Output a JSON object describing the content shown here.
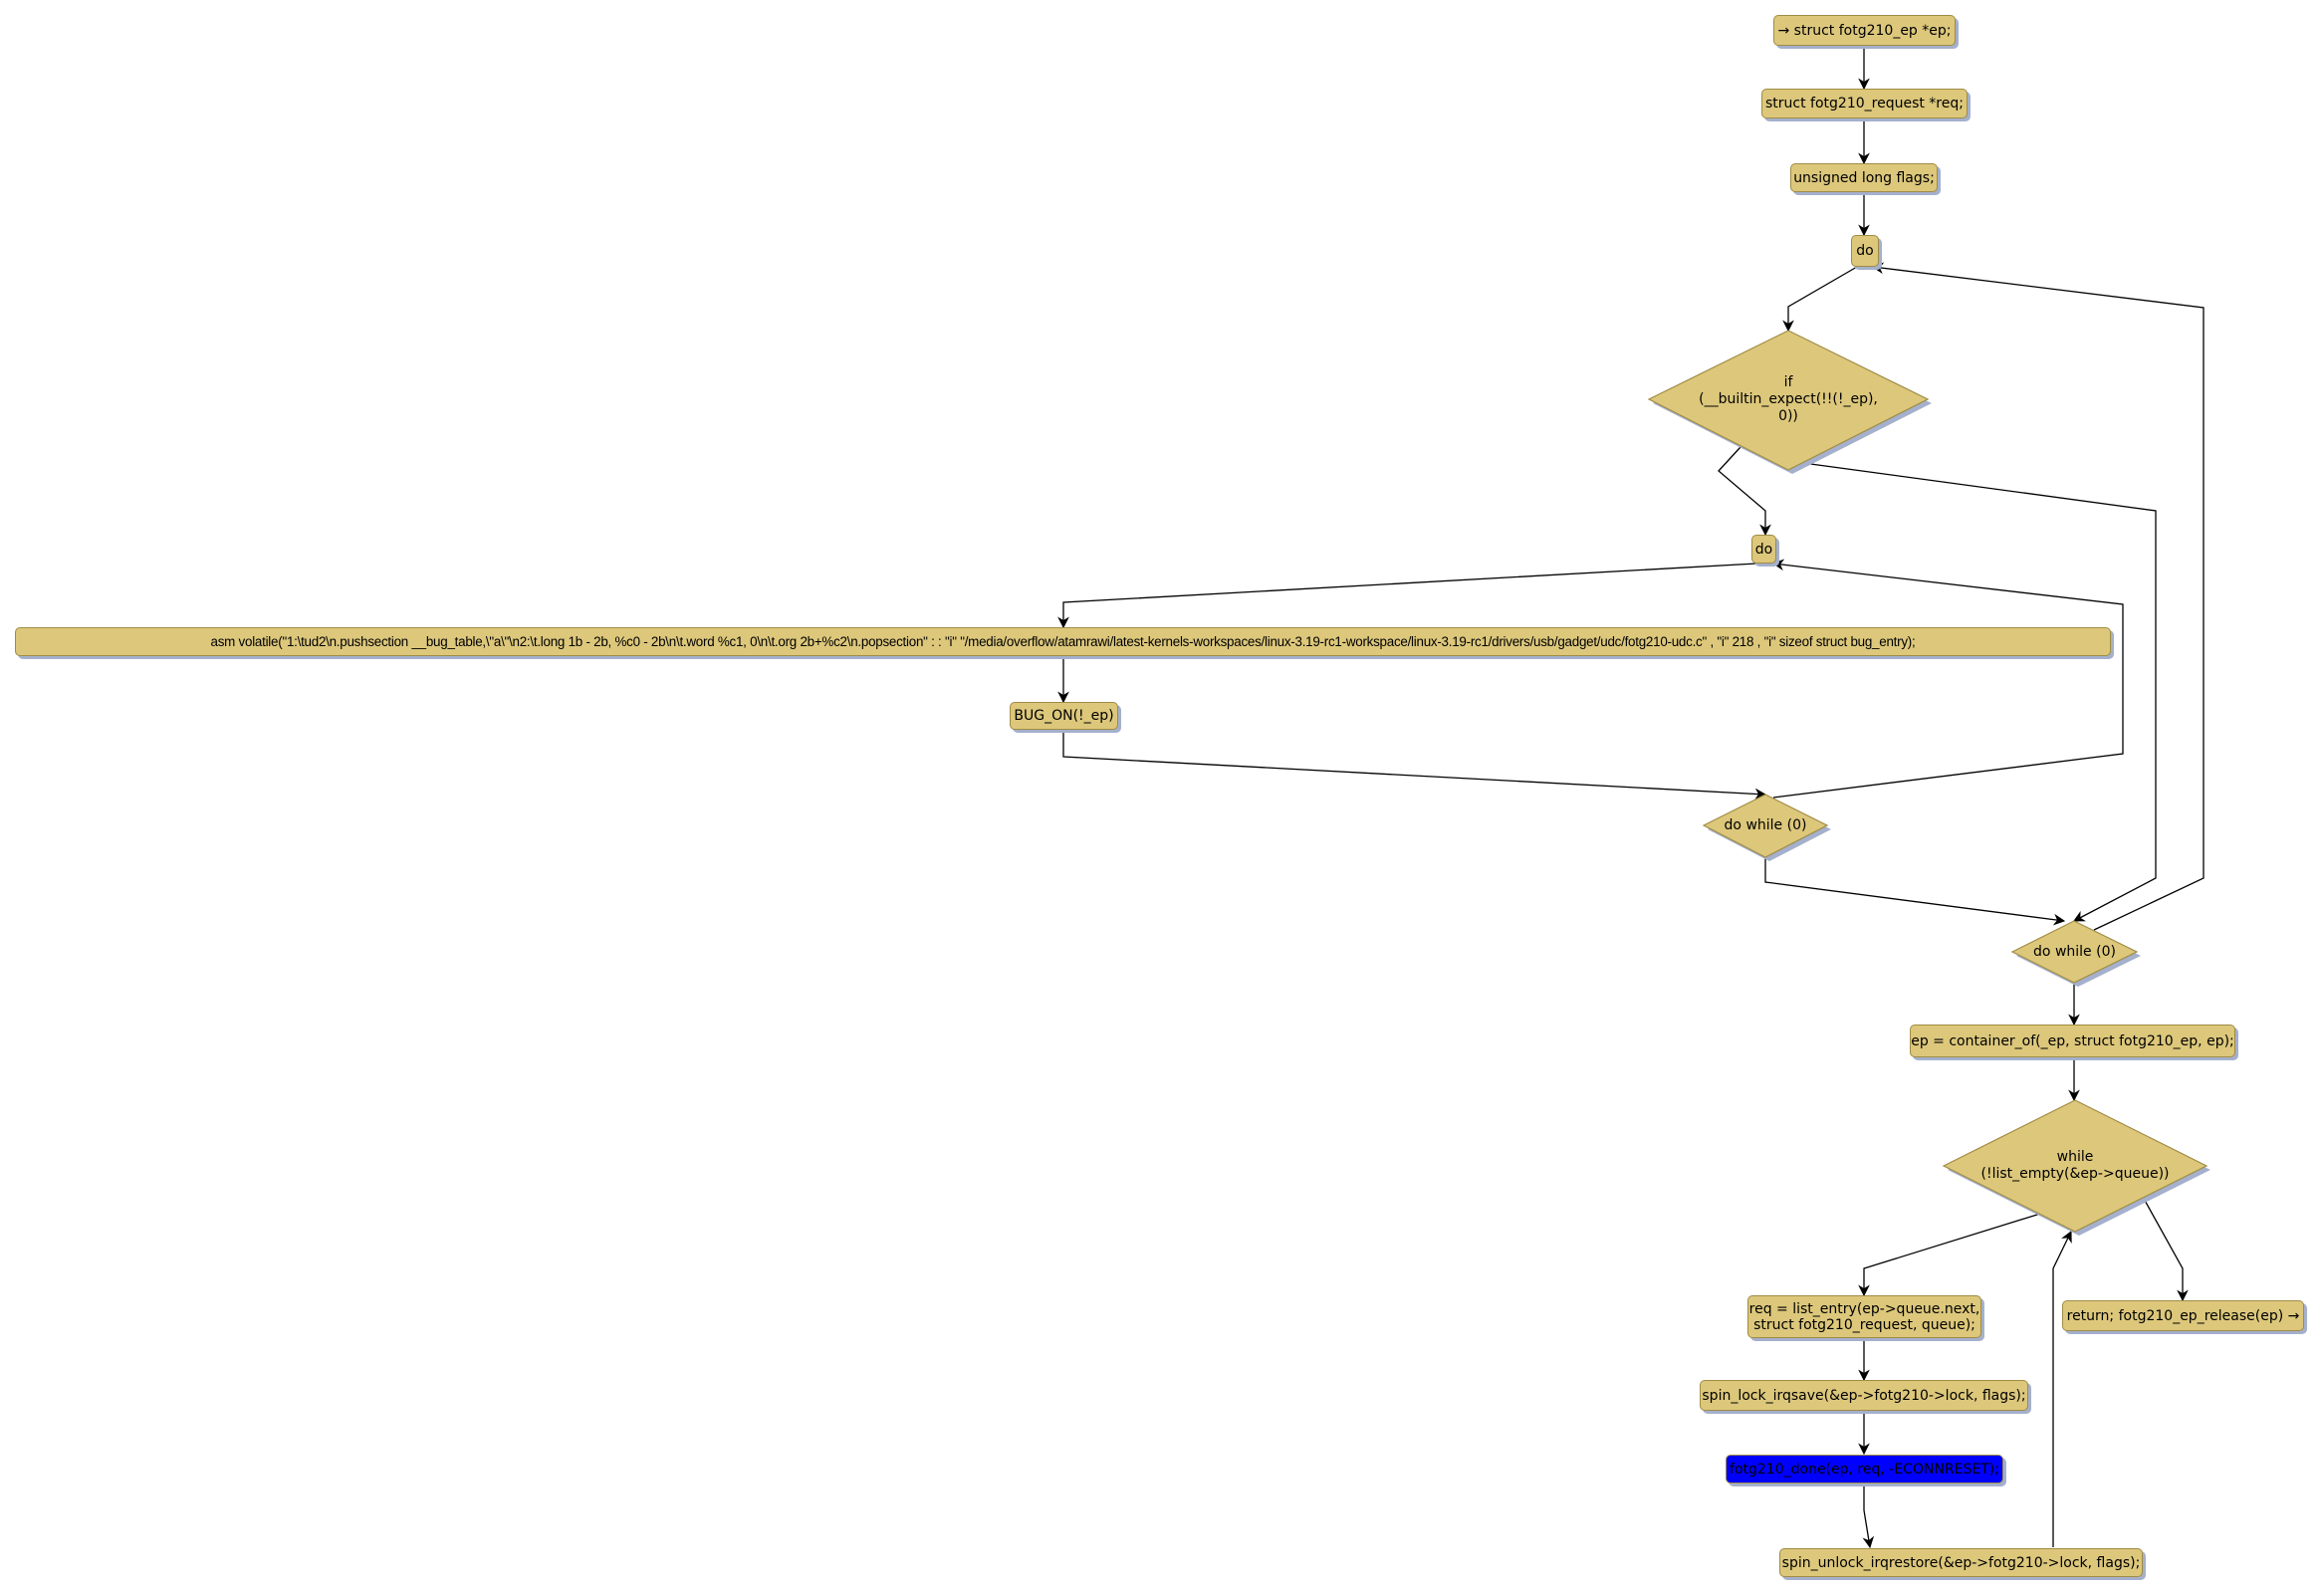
{
  "nodes": {
    "n1": "→ struct fotg210_ep *ep;",
    "n2": "struct fotg210_request *req;",
    "n3": "unsigned long flags;",
    "do1": "do",
    "if1": "if\n(__builtin_expect(!!(!_ep),\n0))",
    "do2": "do",
    "asm": "asm volatile(\"1:\\tud2\\n.pushsection __bug_table,\\\"a\\\"\\n2:\\t.long 1b - 2b, %c0 - 2b\\n\\t.word %c1, 0\\n\\t.org 2b+%c2\\n.popsection\" : : \"i\" \"/media/overflow/atamrawi/latest-kernels-workspaces/linux-3.19-rc1-workspace/linux-3.19-rc1/drivers/usb/gadget/udc/fotg210-udc.c\" , \"i\" 218 , \"i\" sizeof struct bug_entry);",
    "bug_on": "BUG_ON(!_ep)",
    "dowhile_inner": "do while (0)",
    "dowhile_outer": "do while (0)",
    "container_of": "ep = container_of(_ep, struct fotg210_ep, ep);",
    "while": "while\n(!list_empty(&ep->queue))",
    "list_entry": "req = list_entry(ep->queue.next,\nstruct fotg210_request, queue);",
    "return": "return; fotg210_ep_release(ep) →",
    "spin_lock": "spin_lock_irqsave(&ep->fotg210->lock, flags);",
    "done": "fotg210_done(ep, req, -ECONNRESET);",
    "spin_unlock": "spin_unlock_irqrestore(&ep->fotg210->lock, flags);"
  },
  "colors": {
    "node_fill": "#dcc77b",
    "node_border": "#a08c45",
    "shadow": "#a4b0cc",
    "highlight": "#0000ff",
    "edge": "#000000"
  }
}
